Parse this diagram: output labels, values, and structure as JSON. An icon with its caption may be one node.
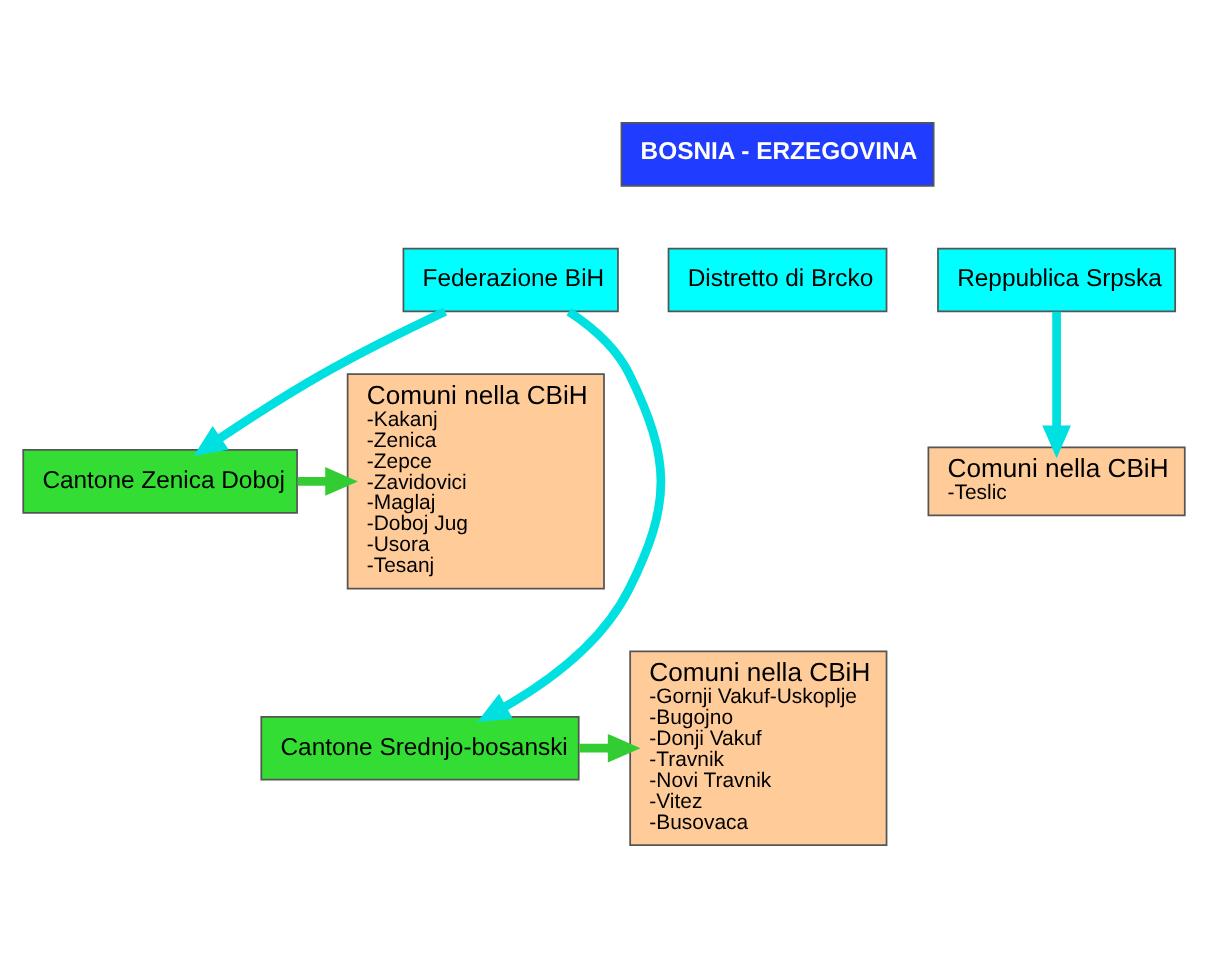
{
  "diagram": {
    "nodes": [
      {
        "text": [
          "BOSNIA - ERZEGOVINA"
        ]
      },
      {
        "text": [
          "Federazione BiH"
        ]
      },
      {
        "text": [
          "Distretto di Brcko"
        ]
      },
      {
        "text": [
          "Reppublica Srpska"
        ]
      },
      {
        "text": [
          "Cantone Zenica Doboj"
        ]
      },
      {
        "text": [
          "Comuni nella CBiH",
          "-Kakanj",
          "-Zenica",
          "-Zepce",
          "-Zavidovici",
          "-Maglaj",
          "-Doboj Jug",
          "-Usora",
          "-Tesanj"
        ]
      },
      {
        "text": [
          "Cantone Srednjo-bosanski"
        ]
      },
      {
        "text": [
          "Comuni nella CBiH",
          "-Gornji Vakuf-Uskoplje",
          "-Bugojno",
          "-Donji Vakuf",
          "-Travnik",
          "-Novi Travnik",
          "-Vitez",
          "-Busovaca"
        ]
      },
      {
        "text": [
          "Comuni nella CBiH",
          "-Teslic"
        ]
      }
    ],
    "edges": [
      {
        "from": 1,
        "to": 4,
        "arrow": "to"
      },
      {
        "from": 4,
        "to": 5,
        "arrow": "to",
        "color": "#33cc33"
      },
      {
        "from": 1,
        "to": 6,
        "arrow": "to"
      },
      {
        "from": 6,
        "to": 7,
        "arrow": "to",
        "color": "#33cc33"
      },
      {
        "from": 3,
        "to": 8,
        "arrow": "to"
      }
    ]
  }
}
